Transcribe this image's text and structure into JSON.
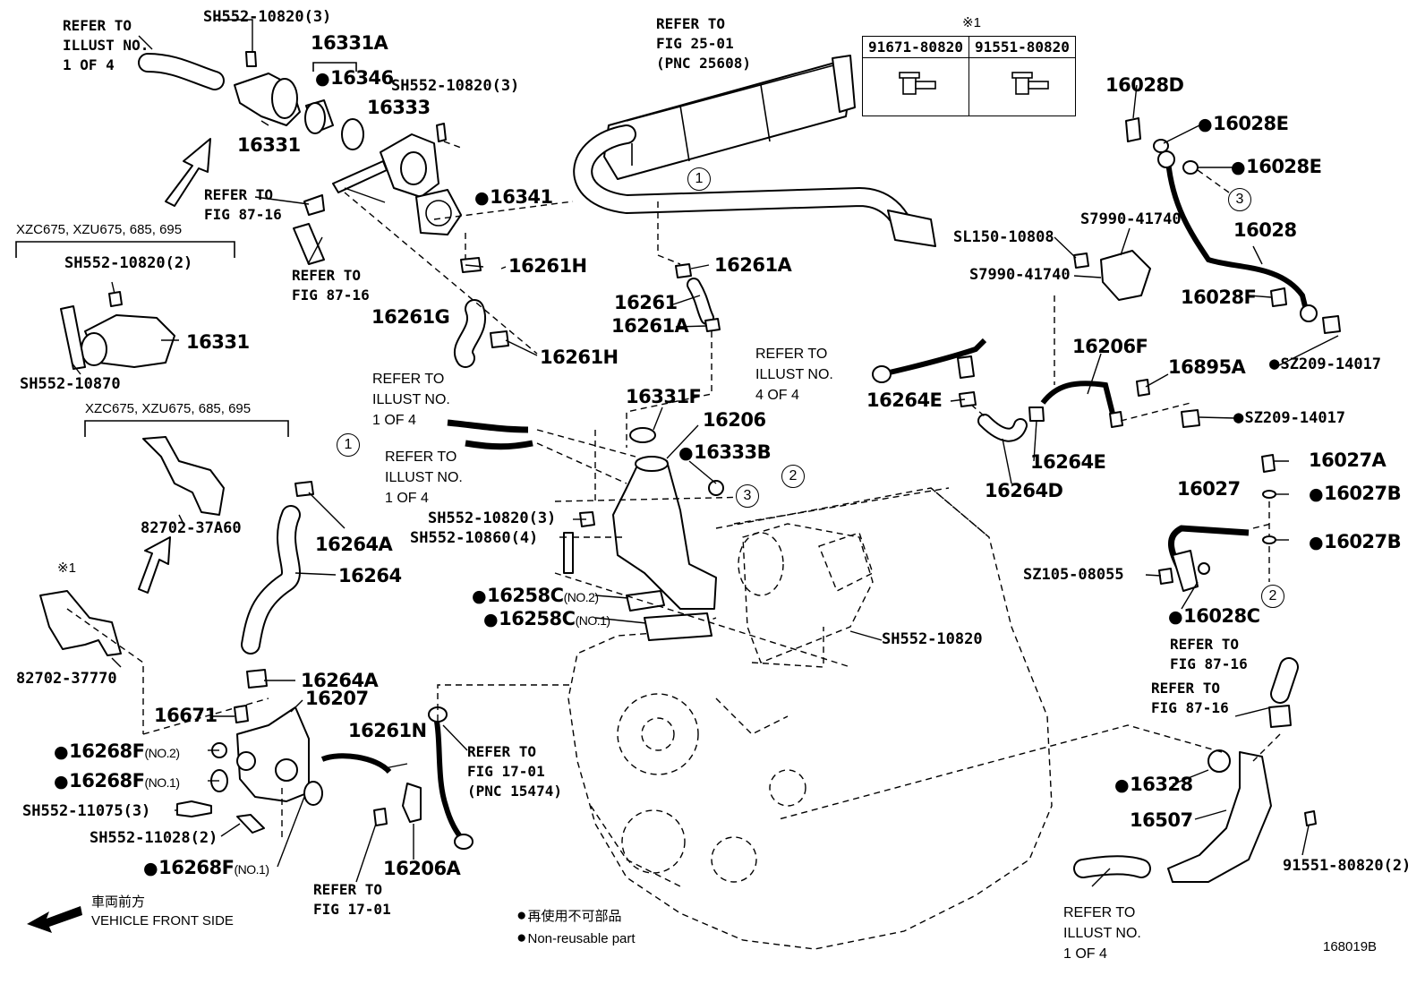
{
  "diagram_id": "168019B",
  "legend": {
    "nonreusable_jp": "再使用不可部品",
    "nonreusable_en": "Non-reusable part",
    "front_jp": "車両前方",
    "front_en": "VEHICLE FRONT SIDE"
  },
  "note_table": {
    "mark": "※1",
    "cols": [
      "91671-80820",
      "91551-80820"
    ]
  },
  "refs": {
    "r_illust1_top": "REFER TO\nILLUST NO.\n1 OF 4",
    "r_fig87_a": "REFER TO\nFIG 87-16",
    "r_fig87_b": "REFER TO\nFIG 87-16",
    "r_fig25": "REFER TO\nFIG 25-01\n(PNC 25608)",
    "r_illust1_mid_a": "REFER TO\nILLUST NO.\n1 OF 4",
    "r_illust1_mid_b": "REFER TO\nILLUST NO.\n1 OF 4",
    "r_illust4": "REFER TO\nILLUST NO.\n4 OF 4",
    "r_fig17_a": "REFER TO\nFIG 17-01\n(PNC 15474)",
    "r_fig17_b": "REFER TO\nFIG 17-01",
    "r_fig87_c": "REFER TO\nFIG 87-16",
    "r_fig87_d": "REFER TO\nFIG 87-16",
    "r_illust1_bot": "REFER TO\nILLUST NO.\n1 OF 4"
  },
  "variants": {
    "v1": "XZC675, XZU675, 685, 695",
    "v2": "XZC675, XZU675, 685, 695",
    "mark": "※1"
  },
  "parts": {
    "p01": "SH552-10820(3)",
    "p02": "16331A",
    "p03": "16346",
    "p04": "SH552-10820(3)",
    "p05": "16333",
    "p06": "16331",
    "p07": "16341",
    "p08": "16261H",
    "p09": "16261G",
    "p10": "16261H",
    "p11": "SH552-10820(2)",
    "p12": "16331",
    "p13": "SH552-10870",
    "p14": "82702-37A60",
    "p15": "82702-37770",
    "p16": "16264A",
    "p17": "16264",
    "p18": "16264A",
    "p19": "16207",
    "p20": "16671",
    "p21": "16268F",
    "p21s": "(NO.2)",
    "p22": "16268F",
    "p22s": "(NO.1)",
    "p23": "SH552-11075(3)",
    "p24": "SH552-11028(2)",
    "p25": "16268F",
    "p25s": "(NO.1)",
    "p26": "16261N",
    "p27": "16206A",
    "p28": "16261A",
    "p29": "16261",
    "p30": "16261A",
    "p31": "16331F",
    "p32": "16206",
    "p33": "16333B",
    "p34": "SH552-10820(3)",
    "p35": "SH552-10860(4)",
    "p36": "16258C",
    "p36s": "(NO.2)",
    "p37": "16258C",
    "p37s": "(NO.1)",
    "p38": "SH552-10820",
    "p39": "16264E",
    "p40": "16264D",
    "p41": "16264E",
    "p42": "16206F",
    "p43": "16895A",
    "p44": "SZ209-14017",
    "p45": "SL150-10808",
    "p46": "S7990-41740",
    "p47": "S7990-41740",
    "p48": "16028D",
    "p49": "16028E",
    "p50": "16028E",
    "p51": "16028",
    "p52": "16028F",
    "p53": "SZ209-14017",
    "p54": "16027A",
    "p55": "16027",
    "p56": "16027B",
    "p57": "16027B",
    "p58": "SZ105-08055",
    "p59": "16028C",
    "p60": "16328",
    "p61": "16507",
    "p62": "91551-80820(2)"
  },
  "circled": [
    "1",
    "1",
    "2",
    "2",
    "3",
    "3"
  ]
}
